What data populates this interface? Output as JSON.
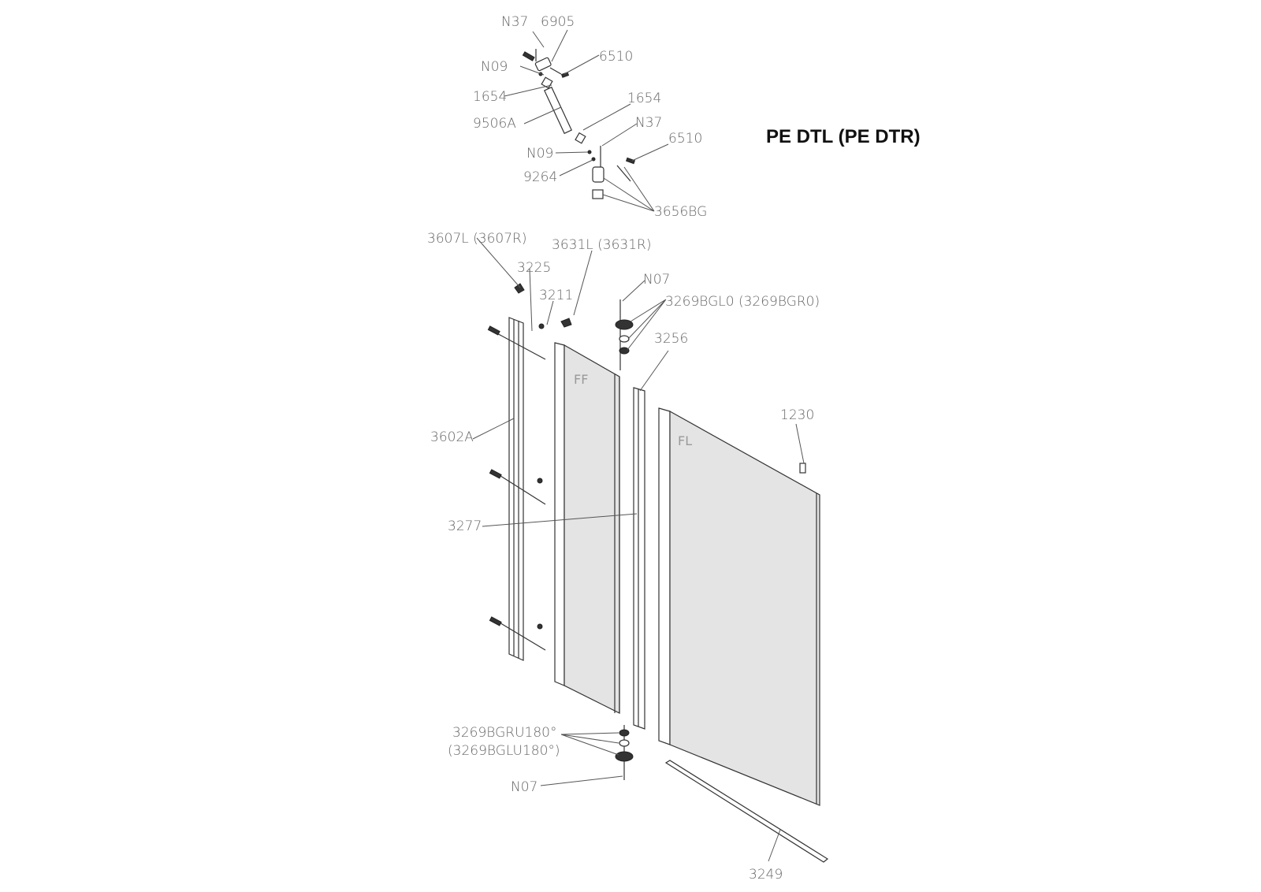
{
  "title": "PE DTL (PE DTR)",
  "panels": {
    "ff": "FF",
    "fl": "FL"
  },
  "labels": {
    "n37_top": "N37",
    "p6905": "6905",
    "p6510_top": "6510",
    "n09_top": "N09",
    "p1654_left": "1654",
    "p9506a": "9506A",
    "p1654_right": "1654",
    "n37_mid": "N37",
    "p6510_mid": "6510",
    "n09_mid": "N09",
    "p9264": "9264",
    "p3656bg": "3656BG",
    "p3607": "3607L (3607R)",
    "p3631": "3631L (3631R)",
    "p3225": "3225",
    "p3211": "3211",
    "n07_top": "N07",
    "p3269top": "3269BGL0 (3269BGR0)",
    "p3256": "3256",
    "p1230": "1230",
    "p3602a": "3602A",
    "p3277": "3277",
    "p3269bot1": "3269BGRU180°",
    "p3269bot2": "(3269BGLU180°)",
    "n07_bot": "N07",
    "p3249": "3249"
  }
}
